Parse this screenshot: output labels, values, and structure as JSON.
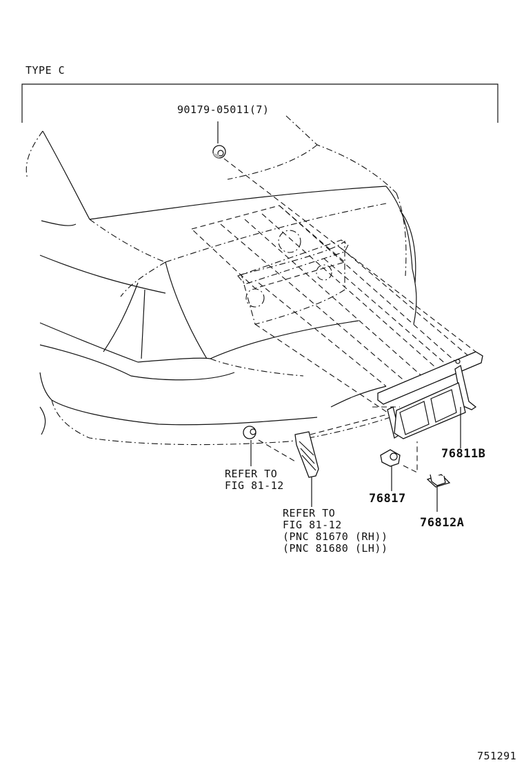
{
  "header": {
    "type_label": "TYPE C"
  },
  "parts": {
    "nut": {
      "number": "90179-05011",
      "qty": "(7)"
    },
    "garnish": {
      "number": "76811B"
    },
    "clip": {
      "number": "76817"
    },
    "bracket": {
      "number": "76812A"
    }
  },
  "references": {
    "left_ref": {
      "line1": "REFER TO",
      "line2": "FIG  81-12"
    },
    "lamp_ref": {
      "line1": "REFER TO",
      "line2": "FIG  81-12",
      "line3": "(PNC 81670 (RH))",
      "line4": "(PNC 81680 (LH))"
    }
  },
  "footer": {
    "figure_id": "751291"
  }
}
